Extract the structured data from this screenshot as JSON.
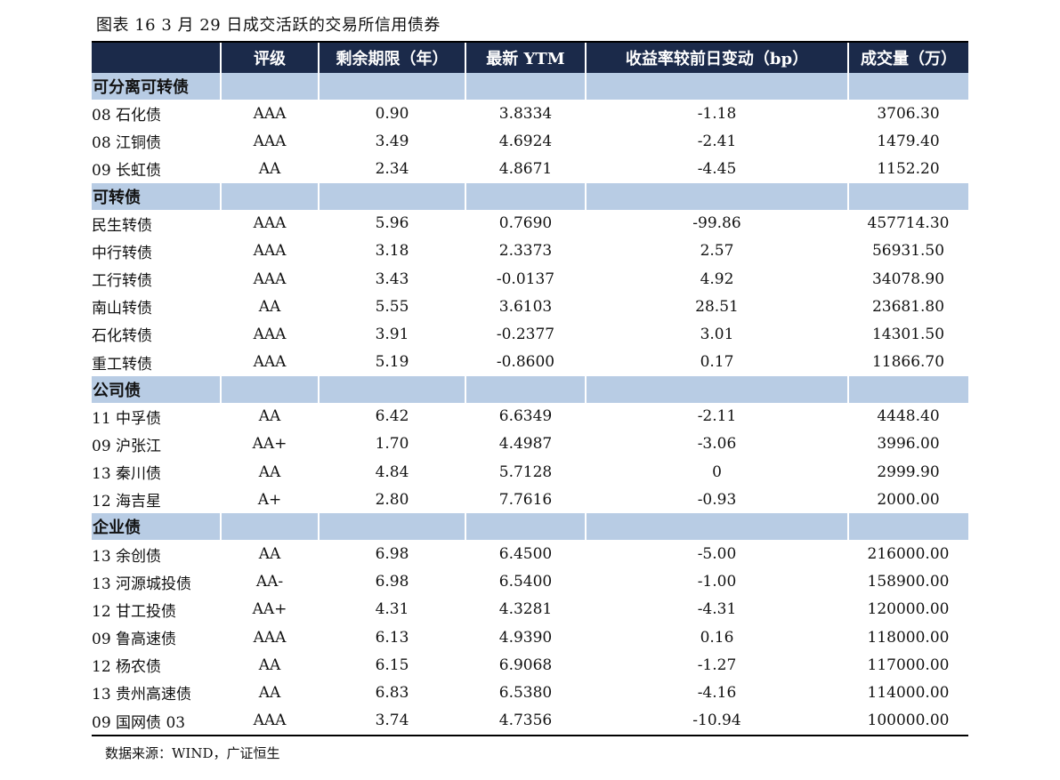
{
  "caption": "图表 16 3 月 29 日成交活跃的交易所信用债券",
  "headers": [
    "",
    "评级",
    "剩余期限（年）",
    "最新 YTM",
    "收益率较前日变动（bp）",
    "成交量（万）"
  ],
  "sections": [
    {
      "label": "可分离可转债",
      "rows": [
        {
          "name": "08 石化债",
          "rating": "AAA",
          "term": "0.90",
          "ytm": "3.8334",
          "change": "-1.18",
          "volume": "3706.30"
        },
        {
          "name": "08 江铜债",
          "rating": "AAA",
          "term": "3.49",
          "ytm": "4.6924",
          "change": "-2.41",
          "volume": "1479.40"
        },
        {
          "name": "09 长虹债",
          "rating": "AA",
          "term": "2.34",
          "ytm": "4.8671",
          "change": "-4.45",
          "volume": "1152.20"
        }
      ]
    },
    {
      "label": "可转债",
      "rows": [
        {
          "name": "民生转债",
          "rating": "AAA",
          "term": "5.96",
          "ytm": "0.7690",
          "change": "-99.86",
          "volume": "457714.30"
        },
        {
          "name": "中行转债",
          "rating": "AAA",
          "term": "3.18",
          "ytm": "2.3373",
          "change": "2.57",
          "volume": "56931.50"
        },
        {
          "name": "工行转债",
          "rating": "AAA",
          "term": "3.43",
          "ytm": "-0.0137",
          "change": "4.92",
          "volume": "34078.90"
        },
        {
          "name": "南山转债",
          "rating": "AA",
          "term": "5.55",
          "ytm": "3.6103",
          "change": "28.51",
          "volume": "23681.80"
        },
        {
          "name": "石化转债",
          "rating": "AAA",
          "term": "3.91",
          "ytm": "-0.2377",
          "change": "3.01",
          "volume": "14301.50"
        },
        {
          "name": "重工转债",
          "rating": "AAA",
          "term": "5.19",
          "ytm": "-0.8600",
          "change": "0.17",
          "volume": "11866.70"
        }
      ]
    },
    {
      "label": "公司债",
      "rows": [
        {
          "name": "11 中孚债",
          "rating": "AA",
          "term": "6.42",
          "ytm": "6.6349",
          "change": "-2.11",
          "volume": "4448.40"
        },
        {
          "name": "09 沪张江",
          "rating": "AA+",
          "term": "1.70",
          "ytm": "4.4987",
          "change": "-3.06",
          "volume": "3996.00"
        },
        {
          "name": "13 秦川债",
          "rating": "AA",
          "term": "4.84",
          "ytm": "5.7128",
          "change": "0",
          "volume": "2999.90"
        },
        {
          "name": "12 海吉星",
          "rating": "A+",
          "term": "2.80",
          "ytm": "7.7616",
          "change": "-0.93",
          "volume": "2000.00"
        }
      ]
    },
    {
      "label": "企业债",
      "rows": [
        {
          "name": "13 余创债",
          "rating": "AA",
          "term": "6.98",
          "ytm": "6.4500",
          "change": "-5.00",
          "volume": "216000.00"
        },
        {
          "name": "13 河源城投债",
          "rating": "AA-",
          "term": "6.98",
          "ytm": "6.5400",
          "change": "-1.00",
          "volume": "158900.00"
        },
        {
          "name": "12 甘工投债",
          "rating": "AA+",
          "term": "4.31",
          "ytm": "4.3281",
          "change": "-4.31",
          "volume": "120000.00"
        },
        {
          "name": "09 鲁高速债",
          "rating": "AAA",
          "term": "6.13",
          "ytm": "4.9390",
          "change": "0.16",
          "volume": "118000.00"
        },
        {
          "name": "12 杨农债",
          "rating": "AA",
          "term": "6.15",
          "ytm": "6.9068",
          "change": "-1.27",
          "volume": "117000.00"
        },
        {
          "name": "13 贵州高速债",
          "rating": "AA",
          "term": "6.83",
          "ytm": "6.5380",
          "change": "-4.16",
          "volume": "114000.00"
        },
        {
          "name": "09 国网债 03",
          "rating": "AAA",
          "term": "3.74",
          "ytm": "4.7356",
          "change": "-10.94",
          "volume": "100000.00"
        }
      ]
    }
  ],
  "source": "数据来源：WIND，广证恒生",
  "colors": {
    "header_bg": "#1b2a4a",
    "header_text": "#ffffff",
    "section_bg": "#b8cce4",
    "rule": "#000000"
  }
}
